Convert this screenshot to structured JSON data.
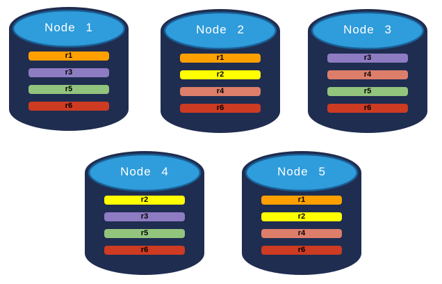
{
  "colors": {
    "background": "#FFFFFF",
    "cylinder_body": "#1F2D50",
    "cylinder_top_fill": "#2F9CDB",
    "cylinder_top_stroke": "#1A5E94",
    "node_title_color": "#FFFFFF",
    "bar_label_color": "#000000"
  },
  "replica_colors": {
    "r1": "#FFA000",
    "r2": "#FFFF00",
    "r3": "#8E7CC3",
    "r4": "#DD7E6B",
    "r5": "#93C47D",
    "r6": "#CC3B22"
  },
  "nodes": [
    {
      "title": "Node 1",
      "replicas": [
        "r1",
        "r3",
        "r5",
        "r6"
      ]
    },
    {
      "title": "Node 2",
      "replicas": [
        "r1",
        "r2",
        "r4",
        "r6"
      ]
    },
    {
      "title": "Node 3",
      "replicas": [
        "r3",
        "r4",
        "r5",
        "r6"
      ]
    },
    {
      "title": "Node 4",
      "replicas": [
        "r2",
        "r3",
        "r5",
        "r6"
      ]
    },
    {
      "title": "Node 5",
      "replicas": [
        "r1",
        "r2",
        "r4",
        "r6"
      ]
    }
  ]
}
